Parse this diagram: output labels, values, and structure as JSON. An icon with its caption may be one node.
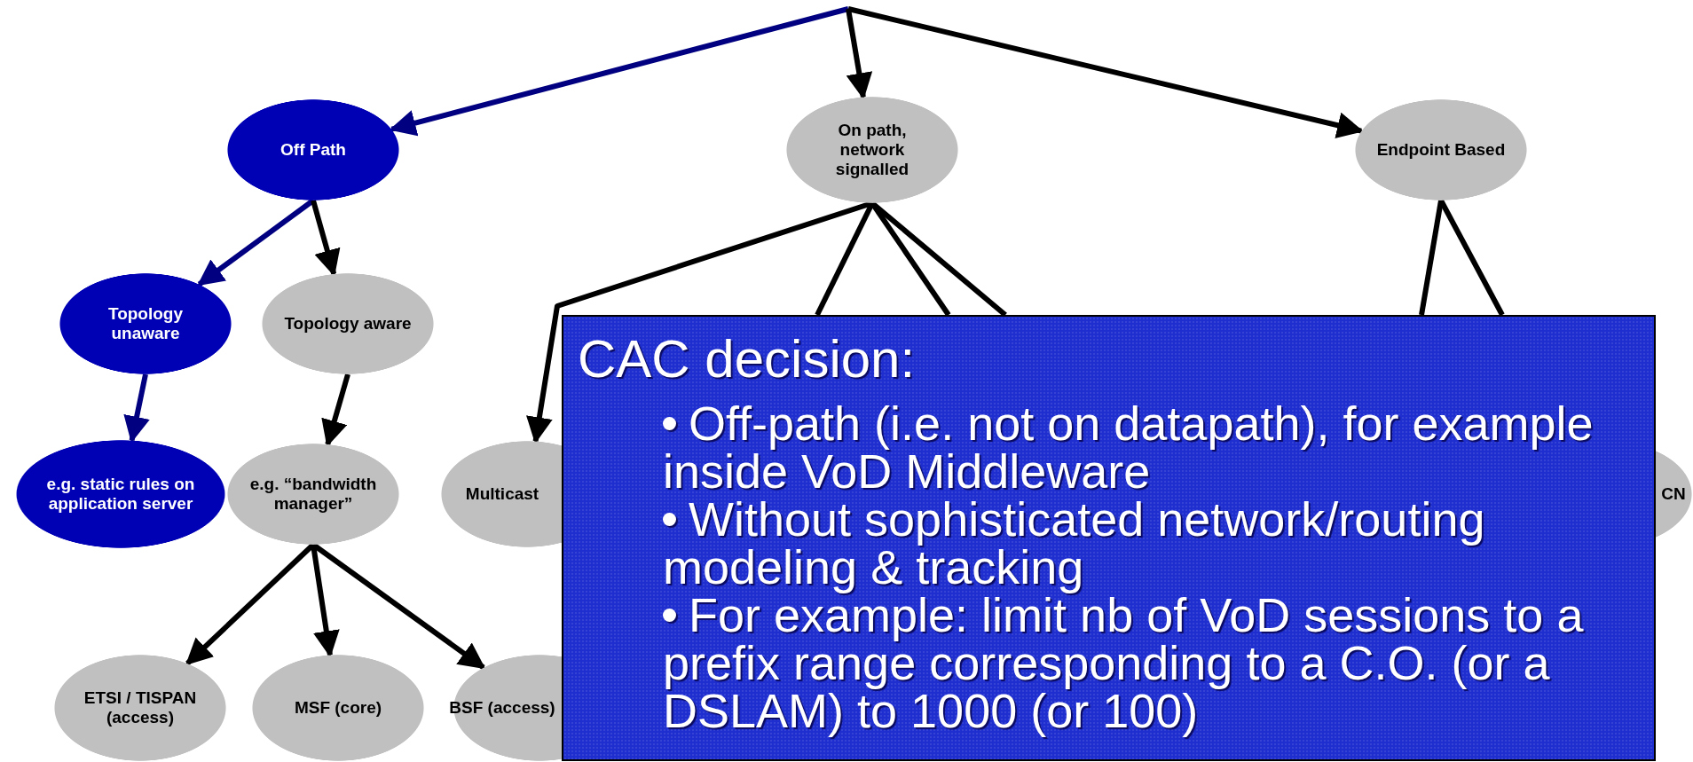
{
  "diagram": {
    "nodes": [
      {
        "text": [
          "Off Path"
        ]
      },
      {
        "text": [
          "On path, network signalled"
        ]
      },
      {
        "text": [
          "Endpoint Based"
        ]
      },
      {
        "text": [
          "Topology unaware"
        ]
      },
      {
        "text": [
          "Topology aware"
        ]
      },
      {
        "text": [
          "e.g. static rules on application server"
        ]
      },
      {
        "text": [
          "e.g. “bandwidth manager”"
        ]
      },
      {
        "text": [
          "Multicast"
        ]
      },
      {
        "text": [
          "CN"
        ]
      },
      {
        "text": [
          "ETSI / TISPAN (access)"
        ]
      },
      {
        "text": [
          "MSF (core)"
        ]
      },
      {
        "text": [
          "BSF (access)"
        ]
      },
      {
        "text": [
          "CAC decision:",
          "Off-path (i.e. not on datapath), for example inside VoD Middleware",
          "Without sophisticated network/routing modeling & tracking",
          "For example: limit nb of VoD sessions to a prefix range corresponding to a C.O. (or a DSLAM) to 1000 (or 100)"
        ]
      }
    ],
    "edges": [
      {
        "from": null,
        "to": 0,
        "arrow": "to",
        "color": "#000080"
      },
      {
        "from": null,
        "to": 1,
        "arrow": "to"
      },
      {
        "from": null,
        "to": 2,
        "arrow": "to"
      },
      {
        "from": 0,
        "to": 3,
        "arrow": "to",
        "color": "#000080"
      },
      {
        "from": 0,
        "to": 4,
        "arrow": "to"
      },
      {
        "from": 3,
        "to": 5,
        "arrow": "to",
        "color": "#000080"
      },
      {
        "from": 4,
        "to": 6,
        "arrow": "to"
      },
      {
        "from": 1,
        "to": 7,
        "arrow": "to"
      },
      {
        "from": 1,
        "to": 12,
        "arrow": "none"
      },
      {
        "from": 1,
        "to": 12,
        "arrow": "none"
      },
      {
        "from": 1,
        "to": 12,
        "arrow": "none"
      },
      {
        "from": 2,
        "to": 12,
        "arrow": "none"
      },
      {
        "from": 2,
        "to": 12,
        "arrow": "none"
      },
      {
        "from": 6,
        "to": 9,
        "arrow": "to"
      },
      {
        "from": 6,
        "to": 10,
        "arrow": "to"
      },
      {
        "from": 6,
        "to": 11,
        "arrow": "to"
      }
    ]
  }
}
